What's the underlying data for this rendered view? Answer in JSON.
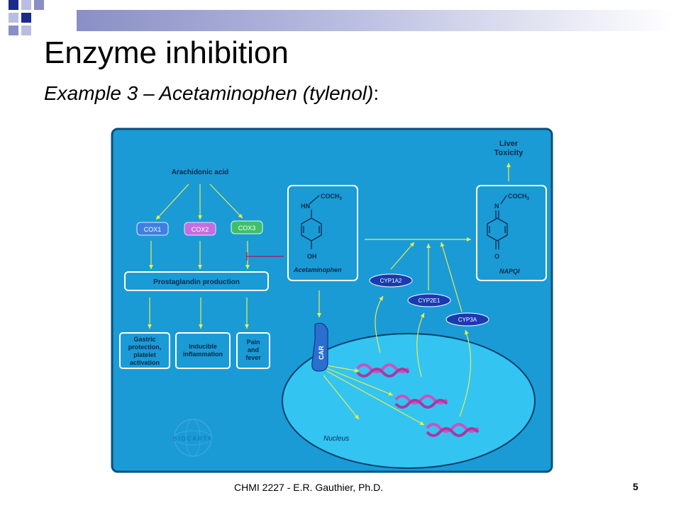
{
  "slide": {
    "title": "Enzyme inhibition",
    "subtitle_italic": "Example 3 – Acetaminophen (tylenol)",
    "subtitle_colon": ":",
    "footer": "CHMI 2227 - E.R. Gauthier, Ph.D.",
    "page_number": "5"
  },
  "diagram": {
    "arachidonic_acid": "Arachidonic acid",
    "cox1": "COX1",
    "cox2": "COX2",
    "cox3": "COX3",
    "prostaglandin": "Prostaglandin production",
    "outcome1": [
      "Gastric",
      "protection,",
      "platelet",
      "activation"
    ],
    "outcome2": [
      "Inducible",
      "inflammation"
    ],
    "outcome3": [
      "Pain",
      "and",
      "fever"
    ],
    "acetaminophen_label": "Acetaminophen",
    "hn": "HN",
    "coch3": "COCH",
    "sub3": "3",
    "oh": "OH",
    "napqi_label": "NAPQI",
    "n": "N",
    "o": "O",
    "liver": [
      "Liver",
      "Toxicity"
    ],
    "cyp1a2": "CYP1A2",
    "cyp2e1": "CYP2E1",
    "cyp3a": "CYP3A",
    "car": "CAR",
    "nucleus": "Nucleus",
    "biocarta": "BIOCARTA",
    "colors": {
      "panel_bg": "#1a9bd6",
      "panel_border": "#0a4f7f",
      "nucleus": "#33c4f2",
      "arrow": "#e8ee4a",
      "cox1": "#3f7fe0",
      "cox2": "#c46ee0",
      "cox3": "#3fbf6a",
      "cyp": "#1a3ab0",
      "dna": "#d04fc0",
      "inhibit": "#9b2a6a"
    }
  }
}
